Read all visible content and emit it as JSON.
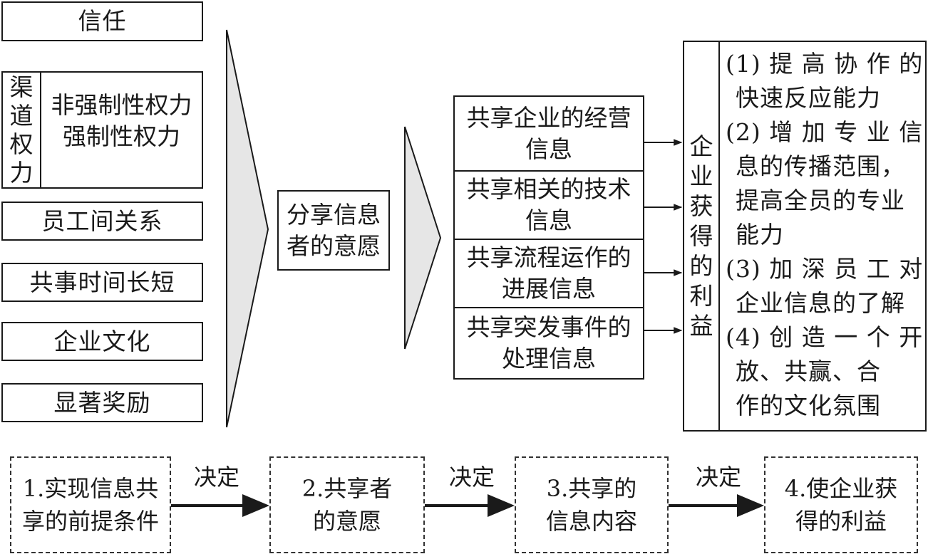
{
  "preconditions": {
    "trust": "信任",
    "channel_power": {
      "title_chars": [
        "渠",
        "道",
        "权",
        "力"
      ],
      "non_coercive": "非强制性权力",
      "coercive": "强制性权力"
    },
    "employee_relations": "员工间关系",
    "time_working_together": "共事时间长短",
    "corporate_culture": "企业文化",
    "notable_rewards": "显著奖励"
  },
  "willingness": {
    "line1": "分享信息",
    "line2": "者的意愿"
  },
  "shared_info": [
    {
      "line1": "共享企业的经营",
      "line2": "信息"
    },
    {
      "line1": "共享相关的技术",
      "line2": "信息"
    },
    {
      "line1": "共享流程运作的",
      "line2": "进展信息"
    },
    {
      "line1": "共享突发事件的",
      "line2": "处理信息"
    }
  ],
  "benefits_title_chars": [
    "企",
    "业",
    "获",
    "得",
    "的",
    "利",
    "益"
  ],
  "benefits_lines": [
    "(1) 提 高 协 作 的",
    "快速反应能力",
    "(2) 增 加 专 业 信",
    "息的传播范围，",
    "提高全员的专业",
    "能力",
    "(3) 加 深 员 工 对",
    "企业信息的了解",
    "(4) 创 造 一 个 开",
    "放、共赢、合",
    "作的文化氛围"
  ],
  "stages": [
    {
      "line1": "1.实现信息共",
      "line2": "享的前提条件"
    },
    {
      "line1": "2.共享者",
      "line2": "的意愿"
    },
    {
      "line1": "3.共享的",
      "line2": "信息内容"
    },
    {
      "line1": "4.使企业获",
      "line2": "得的利益"
    }
  ],
  "decides_label": "决定",
  "colors": {
    "line": "#1a1a1a",
    "funnel_fill": "#e6e6e6",
    "dashed_border": "#333333"
  }
}
